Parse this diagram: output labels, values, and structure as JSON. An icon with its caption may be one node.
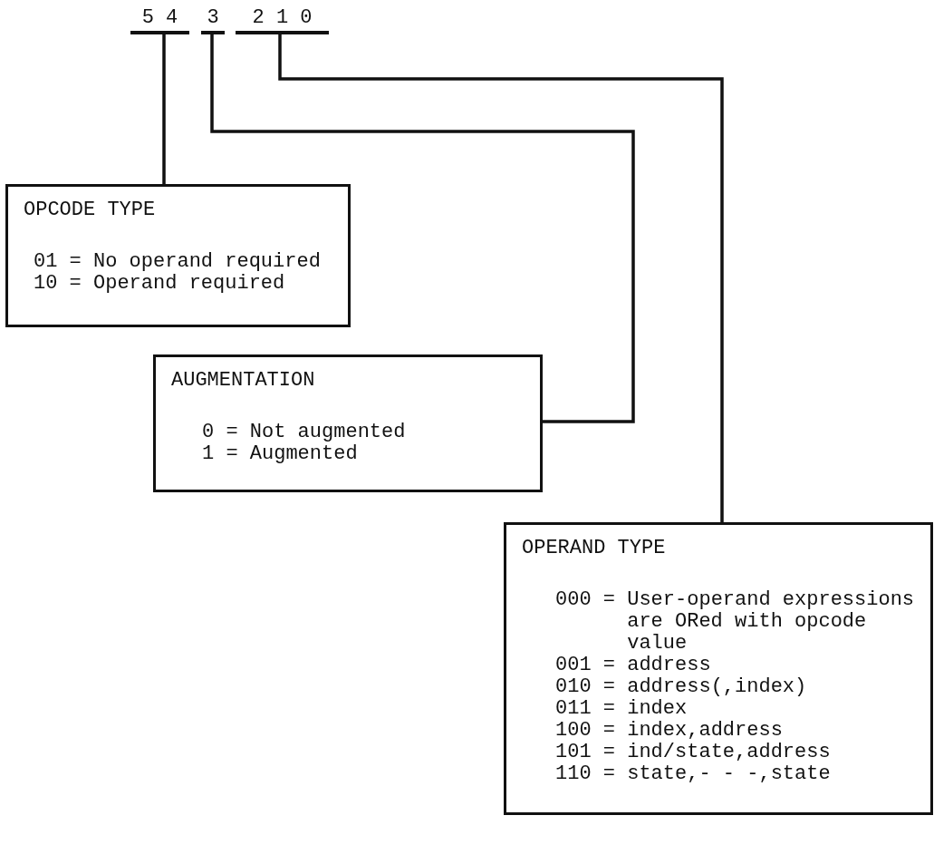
{
  "diagram": {
    "nodes": [
      {
        "text": [
          "5 4"
        ]
      },
      {
        "text": [
          "3"
        ]
      },
      {
        "text": [
          "2 1 0"
        ]
      },
      {
        "text": [
          "OPCODE TYPE",
          "01 = No operand required",
          "10 = Operand required"
        ]
      },
      {
        "text": [
          "AUGMENTATION",
          "0 = Not augmented",
          "1 = Augmented"
        ]
      },
      {
        "text": [
          "OPERAND TYPE",
          "000 = User-operand expressions are ORed with opcode value",
          "001 = address",
          "010 = address(,index)",
          "011 = index",
          "100 = index,address",
          "101 = ind/state,address",
          "110 = state,- - -,state"
        ]
      }
    ],
    "edges": [
      {
        "from": 0,
        "to": 3,
        "arrow": "none"
      },
      {
        "from": 1,
        "to": 4,
        "arrow": "none"
      },
      {
        "from": 2,
        "to": 5,
        "arrow": "none"
      }
    ]
  }
}
